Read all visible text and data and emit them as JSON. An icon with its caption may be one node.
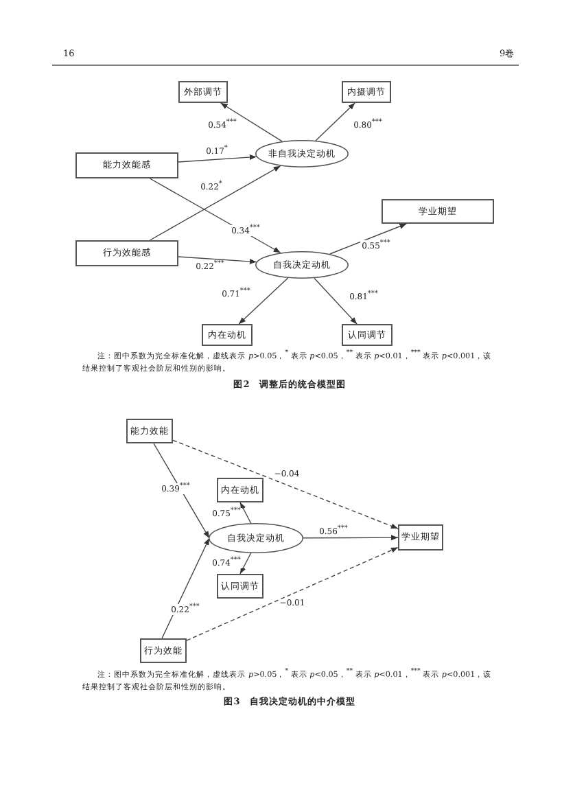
{
  "diagram": {
    "nodes": [
      {
        "text": [
          "外部调节"
        ]
      },
      {
        "text": [
          "内摄调节"
        ]
      },
      {
        "text": [
          "非自我决定动机"
        ]
      },
      {
        "text": [
          "能力效能感"
        ]
      },
      {
        "text": [
          "行为效能感"
        ]
      },
      {
        "text": [
          "学业期望"
        ]
      },
      {
        "text": [
          "自我决定动机"
        ]
      },
      {
        "text": [
          "内在动机"
        ]
      },
      {
        "text": [
          "认同调节"
        ]
      },
      {
        "text": [
          "能力效能"
        ]
      },
      {
        "text": [
          "内在动机"
        ]
      },
      {
        "text": [
          "自我决定动机"
        ]
      },
      {
        "text": [
          "学业期望"
        ]
      },
      {
        "text": [
          "认同调节"
        ]
      },
      {
        "text": [
          "行为效能"
        ]
      }
    ],
    "edges": [
      {
        "from": 2,
        "to": 0,
        "arrow": "to",
        "label": "0.54$^{***}$"
      },
      {
        "from": 2,
        "to": 1,
        "arrow": "to",
        "label": "0.80$^{***}$"
      },
      {
        "from": 3,
        "to": 2,
        "arrow": "to",
        "label": "0.17$^{*}$"
      },
      {
        "from": 4,
        "to": 2,
        "arrow": "to",
        "label": "0.22$^{*}$"
      },
      {
        "from": 3,
        "to": 6,
        "arrow": "to",
        "label": "0.34$^{***}$"
      },
      {
        "from": 4,
        "to": 6,
        "arrow": "to",
        "label": "0.22$^{***}$"
      },
      {
        "from": 6,
        "to": 5,
        "arrow": "to",
        "label": "0.55$^{***}$"
      },
      {
        "from": 6,
        "to": 7,
        "arrow": "to",
        "label": "0.71$^{***}$"
      },
      {
        "from": 6,
        "to": 8,
        "arrow": "to",
        "label": "0.81$^{***}$"
      },
      {
        "from": 9,
        "to": 11,
        "arrow": "to",
        "label": "0.39$^{***}$"
      },
      {
        "from": 14,
        "to": 11,
        "arrow": "to",
        "label": "0.22$^{***}$"
      },
      {
        "from": 11,
        "to": 10,
        "arrow": "to",
        "label": "0.75$^{***}$"
      },
      {
        "from": 11,
        "to": 13,
        "arrow": "to",
        "label": "0.74$^{***}$"
      },
      {
        "from": 11,
        "to": 12,
        "arrow": "to",
        "label": "0.56$^{***}$"
      },
      {
        "from": 9,
        "to": 12,
        "arrow": "to",
        "label": "−0.04",
        "style": "dashed"
      },
      {
        "from": 14,
        "to": 12,
        "arrow": "to",
        "label": "−0.01",
        "style": "dashed"
      }
    ],
    "labels": [
      "16",
      "9卷",
      "注：图中系数为完全标准化解，虚线表示 *p*>0.05，$^{*}$ 表示 *p*<0.05，$^{**}$ 表示 *p*<0.01，$^{***}$ 表示 *p*<0.001，该结果控制了客观社会阶层和性别的影响。",
      "图2　调整后的统合模型图",
      "注：图中系数为完全标准化解，虚线表示 *p*>0.05，$^{*}$ 表示 *p*<0.05，$^{**}$ 表示 *p*<0.01，$^{***}$ 表示 *p*<0.001，该结果控制了客观社会阶层和性别的影响。",
      "图3　自我决定动机的中介模型"
    ]
  }
}
